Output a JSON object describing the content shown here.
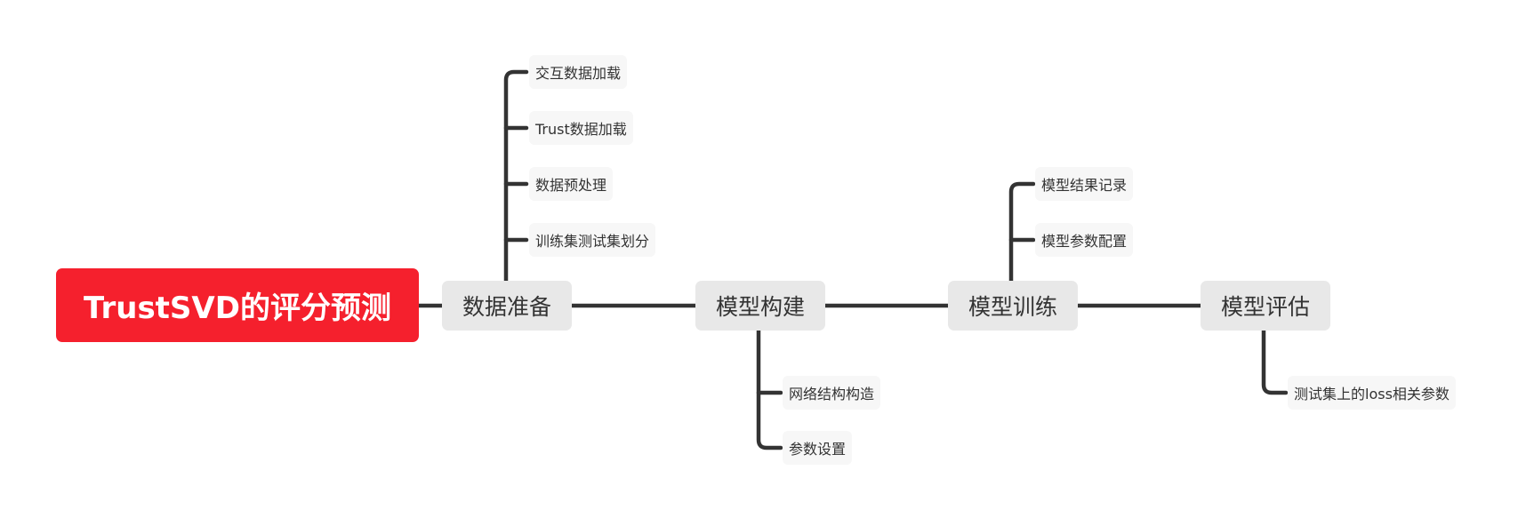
{
  "colors": {
    "root_fill": "#f5202d",
    "main_fill": "#e8e8e8",
    "sub_fill": "#f7f7f7",
    "line": "#333333"
  },
  "root": {
    "label": "TrustSVD的评分预测"
  },
  "branches": [
    {
      "label": "数据准备",
      "children": [
        "交互数据加载",
        "Trust数据加载",
        "数据预处理",
        "训练集测试集划分"
      ]
    },
    {
      "label": "模型构建",
      "children": [
        "网络结构构造",
        "参数设置"
      ]
    },
    {
      "label": "模型训练",
      "children": [
        "模型结果记录",
        "模型参数配置"
      ]
    },
    {
      "label": "模型评估",
      "children": [
        "测试集上的loss相关参数"
      ]
    }
  ]
}
